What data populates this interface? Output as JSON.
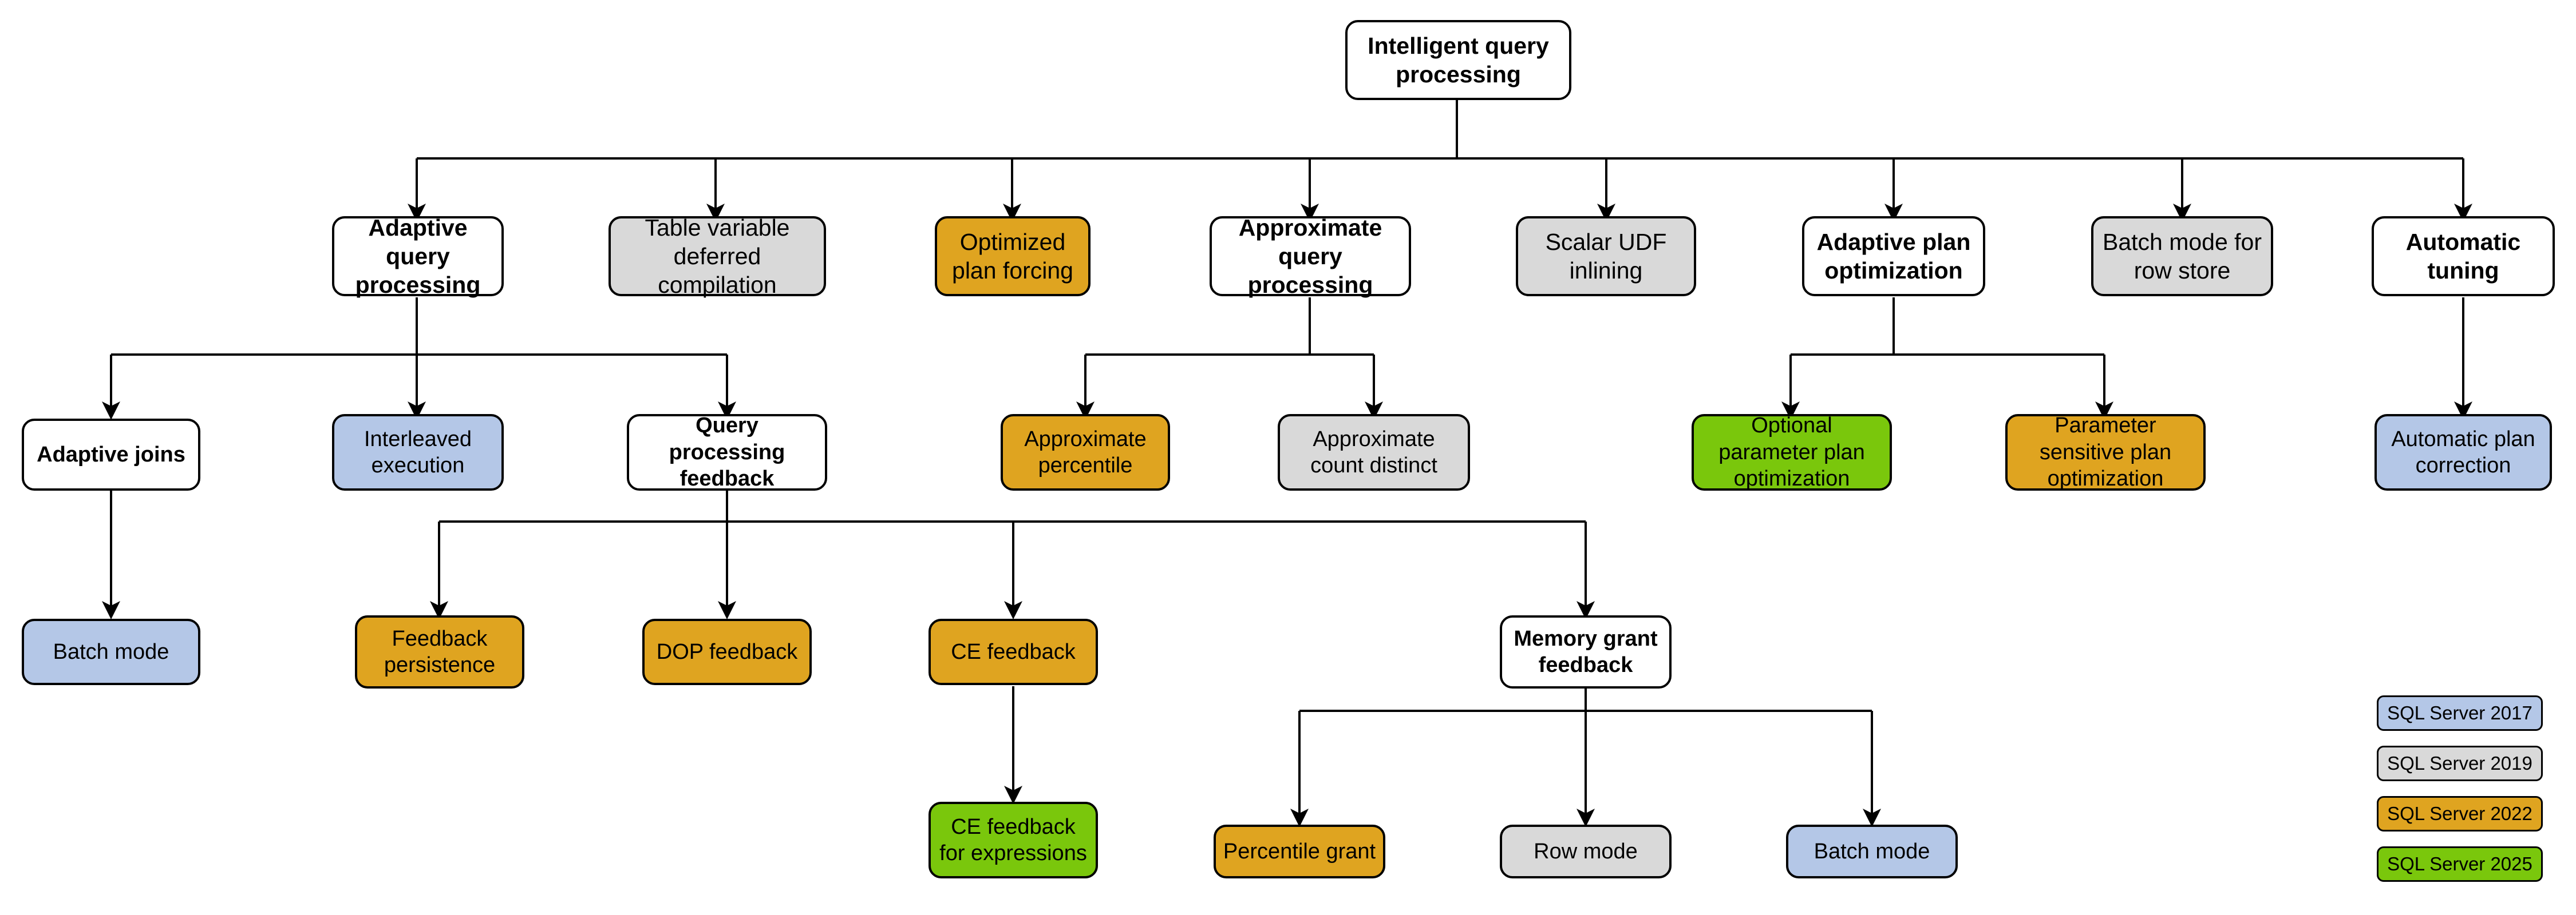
{
  "diagram": {
    "title": "Intelligent query processing",
    "root": {
      "label": "Intelligent query processing",
      "color": "white"
    },
    "level1": [
      {
        "label": "Adaptive query processing",
        "color": "white"
      },
      {
        "label": "Table variable deferred compilation",
        "color": "grey"
      },
      {
        "label": "Optimized plan forcing",
        "color": "orange"
      },
      {
        "label": "Approximate query processing",
        "color": "white"
      },
      {
        "label": "Scalar UDF inlining",
        "color": "grey"
      },
      {
        "label": "Adaptive plan optimization",
        "color": "white"
      },
      {
        "label": "Batch mode for row store",
        "color": "grey"
      },
      {
        "label": "Automatic tuning",
        "color": "white"
      }
    ],
    "level2": [
      {
        "label": "Adaptive joins",
        "color": "white",
        "parent": "Adaptive query processing"
      },
      {
        "label": "Interleaved execution",
        "color": "blue",
        "parent": "Adaptive query processing"
      },
      {
        "label": "Query processing feedback",
        "color": "white",
        "parent": "Adaptive query processing"
      },
      {
        "label": "Approximate percentile",
        "color": "orange",
        "parent": "Approximate query processing"
      },
      {
        "label": "Approximate count distinct",
        "color": "grey",
        "parent": "Approximate query processing"
      },
      {
        "label": "Optional parameter plan optimization",
        "color": "green",
        "parent": "Adaptive plan optimization"
      },
      {
        "label": "Parameter sensitive plan optimization",
        "color": "orange",
        "parent": "Adaptive plan optimization"
      },
      {
        "label": "Automatic plan correction",
        "color": "blue",
        "parent": "Automatic tuning"
      }
    ],
    "level3": [
      {
        "label": "Batch mode",
        "color": "blue",
        "parent": "Adaptive joins"
      },
      {
        "label": "Feedback persistence",
        "color": "orange",
        "parent": "Query processing feedback"
      },
      {
        "label": "DOP feedback",
        "color": "orange",
        "parent": "Query processing feedback"
      },
      {
        "label": "CE feedback",
        "color": "orange",
        "parent": "Query processing feedback"
      },
      {
        "label": "Memory grant feedback",
        "color": "white",
        "parent": "Query processing feedback"
      }
    ],
    "level4": [
      {
        "label": "CE feedback for expressions",
        "color": "green",
        "parent": "CE feedback"
      },
      {
        "label": "Percentile grant",
        "color": "orange",
        "parent": "Memory grant feedback"
      },
      {
        "label": "Row mode",
        "color": "grey",
        "parent": "Memory grant feedback"
      },
      {
        "label": "Batch mode",
        "color": "blue",
        "parent": "Memory grant feedback"
      }
    ],
    "legend": [
      {
        "label": "SQL Server 2017",
        "color": "blue"
      },
      {
        "label": "SQL Server 2019",
        "color": "grey"
      },
      {
        "label": "SQL Server 2022",
        "color": "orange"
      },
      {
        "label": "SQL Server 2025",
        "color": "green"
      }
    ],
    "colors": {
      "white": "#ffffff",
      "grey": "#d9d9d9",
      "blue": "#b4c7e7",
      "orange": "#dfa420",
      "green": "#7ac70c",
      "line": "#000000"
    }
  }
}
